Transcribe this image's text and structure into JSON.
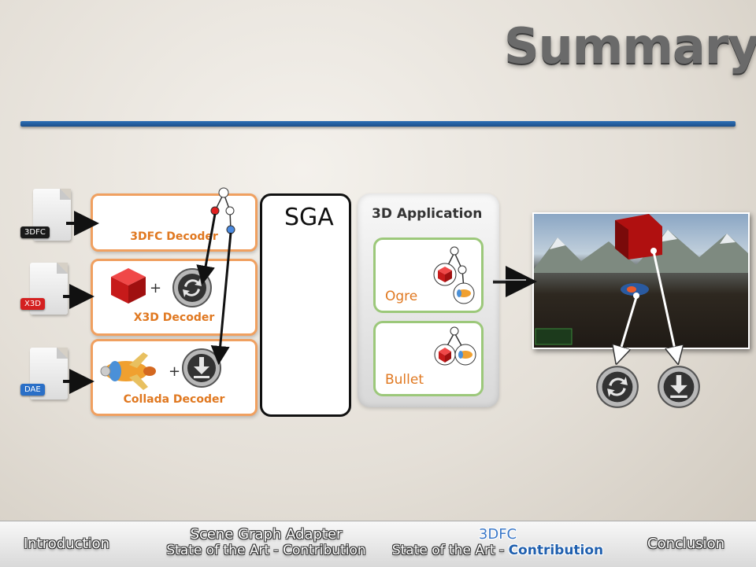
{
  "slide": {
    "title": "Summary"
  },
  "files": [
    {
      "label": "3DFC",
      "color": "#1a1a1a"
    },
    {
      "label": "X3D",
      "color": "#d42020"
    },
    {
      "label": "DAE",
      "color": "#2a6fc7"
    }
  ],
  "decoders": {
    "dfc": "3DFC Decoder",
    "x3d": "X3D Decoder",
    "collada": "Collada Decoder",
    "plus": "+"
  },
  "sga": {
    "label": "SGA"
  },
  "app": {
    "label": "3D Application",
    "engines": [
      "Ogre",
      "Bullet"
    ]
  },
  "footer": {
    "introduction": "Introduction",
    "sga_title": "Scene Graph Adapter",
    "sga_sub": "State of the Art - Contribution",
    "dfc_title": "3DFC",
    "dfc_sub_prefix": "State of the Art - ",
    "dfc_sub_active": "Contribution",
    "conclusion": "Conclusion"
  },
  "colors": {
    "accent": "#e07820",
    "rule": "#1f5fae",
    "engine_border": "#9cc87a"
  }
}
